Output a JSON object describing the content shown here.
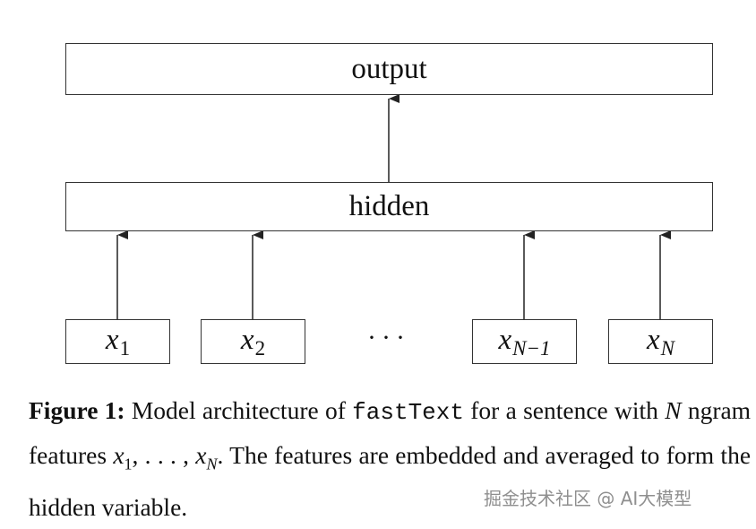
{
  "diagram": {
    "output_label": "output",
    "hidden_label": "hidden",
    "inputs": [
      {
        "base": "x",
        "sub": "1"
      },
      {
        "base": "x",
        "sub": "2"
      },
      {
        "base": "x",
        "sub": "N−1"
      },
      {
        "base": "x",
        "sub": "N"
      }
    ],
    "ellipsis": "···"
  },
  "caption": {
    "fig_label": "Figure 1:",
    "text_1": "Model architecture of",
    "code": "fastText",
    "text_2": "for a sentence with",
    "n_var": "N",
    "text_3": "ngram features",
    "x_base": "x",
    "x_sub_1": "1",
    "sep": ", . . . ,",
    "x_sub_n": "N",
    "text_4": ". The features are embedded and averaged to form the hidden variable."
  },
  "watermark": "掘金技术社区 @ AI大模型"
}
